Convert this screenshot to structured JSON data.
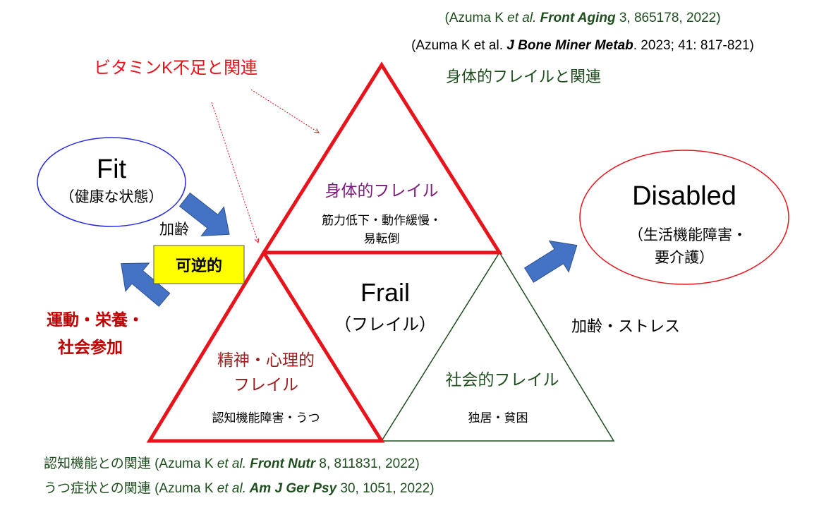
{
  "citations_top": {
    "c1": {
      "open": "(Azuma K ",
      "etal": "et al.",
      "journal": " Front Aging",
      "rest": " 3, 865178, 2022)"
    },
    "c2": {
      "open": "(Azuma K et al. ",
      "journal": "J Bone Miner Metab",
      "rest": ". 2023; 41: 817-821)"
    }
  },
  "physical_assoc": "身体的フレイルと関連",
  "vitk_label": "ビタミンK不足と関連",
  "fit": {
    "title": "Fit",
    "subtitle": "（健康な状態）"
  },
  "disabled": {
    "title": "Disabled",
    "line1": "（生活機能障害・",
    "line2": "要介護）"
  },
  "aging_label": "加齢",
  "reversible_label": "可逆的",
  "intervention": {
    "line1": "運動・栄養・",
    "line2": "社会参加"
  },
  "aging_stress_label": "加齢・ストレス",
  "frail": {
    "title": "Frail",
    "subtitle": "（フレイル）"
  },
  "physical_frailty": {
    "title": "身体的フレイル",
    "line1": "筋力低下・動作緩慢・",
    "line2": "易転倒"
  },
  "mental_frailty": {
    "line1": "精神・心理的",
    "line2": "フレイル",
    "detail": "認知機能障害・うつ"
  },
  "social_frailty": {
    "title": "社会的フレイル",
    "detail": "独居・貧困"
  },
  "citations_bottom": {
    "c3": {
      "label": "認知機能との関連",
      "open": "  (Azuma K ",
      "etal": "et al.",
      "journal": " Front Nutr",
      "rest": " 8, 811831, 2022)"
    },
    "c4": {
      "label": "うつ症状との関連",
      "open": "  (Azuma K ",
      "etal": "et al.",
      "journal": " Am J Ger Psy",
      "rest": " 30, 1051, 2022)"
    }
  },
  "colors": {
    "red": "#e8141c",
    "green": "#1e4d1e",
    "blue": "#4472c4",
    "purple": "#7a1a7a",
    "darkred": "#9b1c1c",
    "yellow": "#ffff00"
  }
}
